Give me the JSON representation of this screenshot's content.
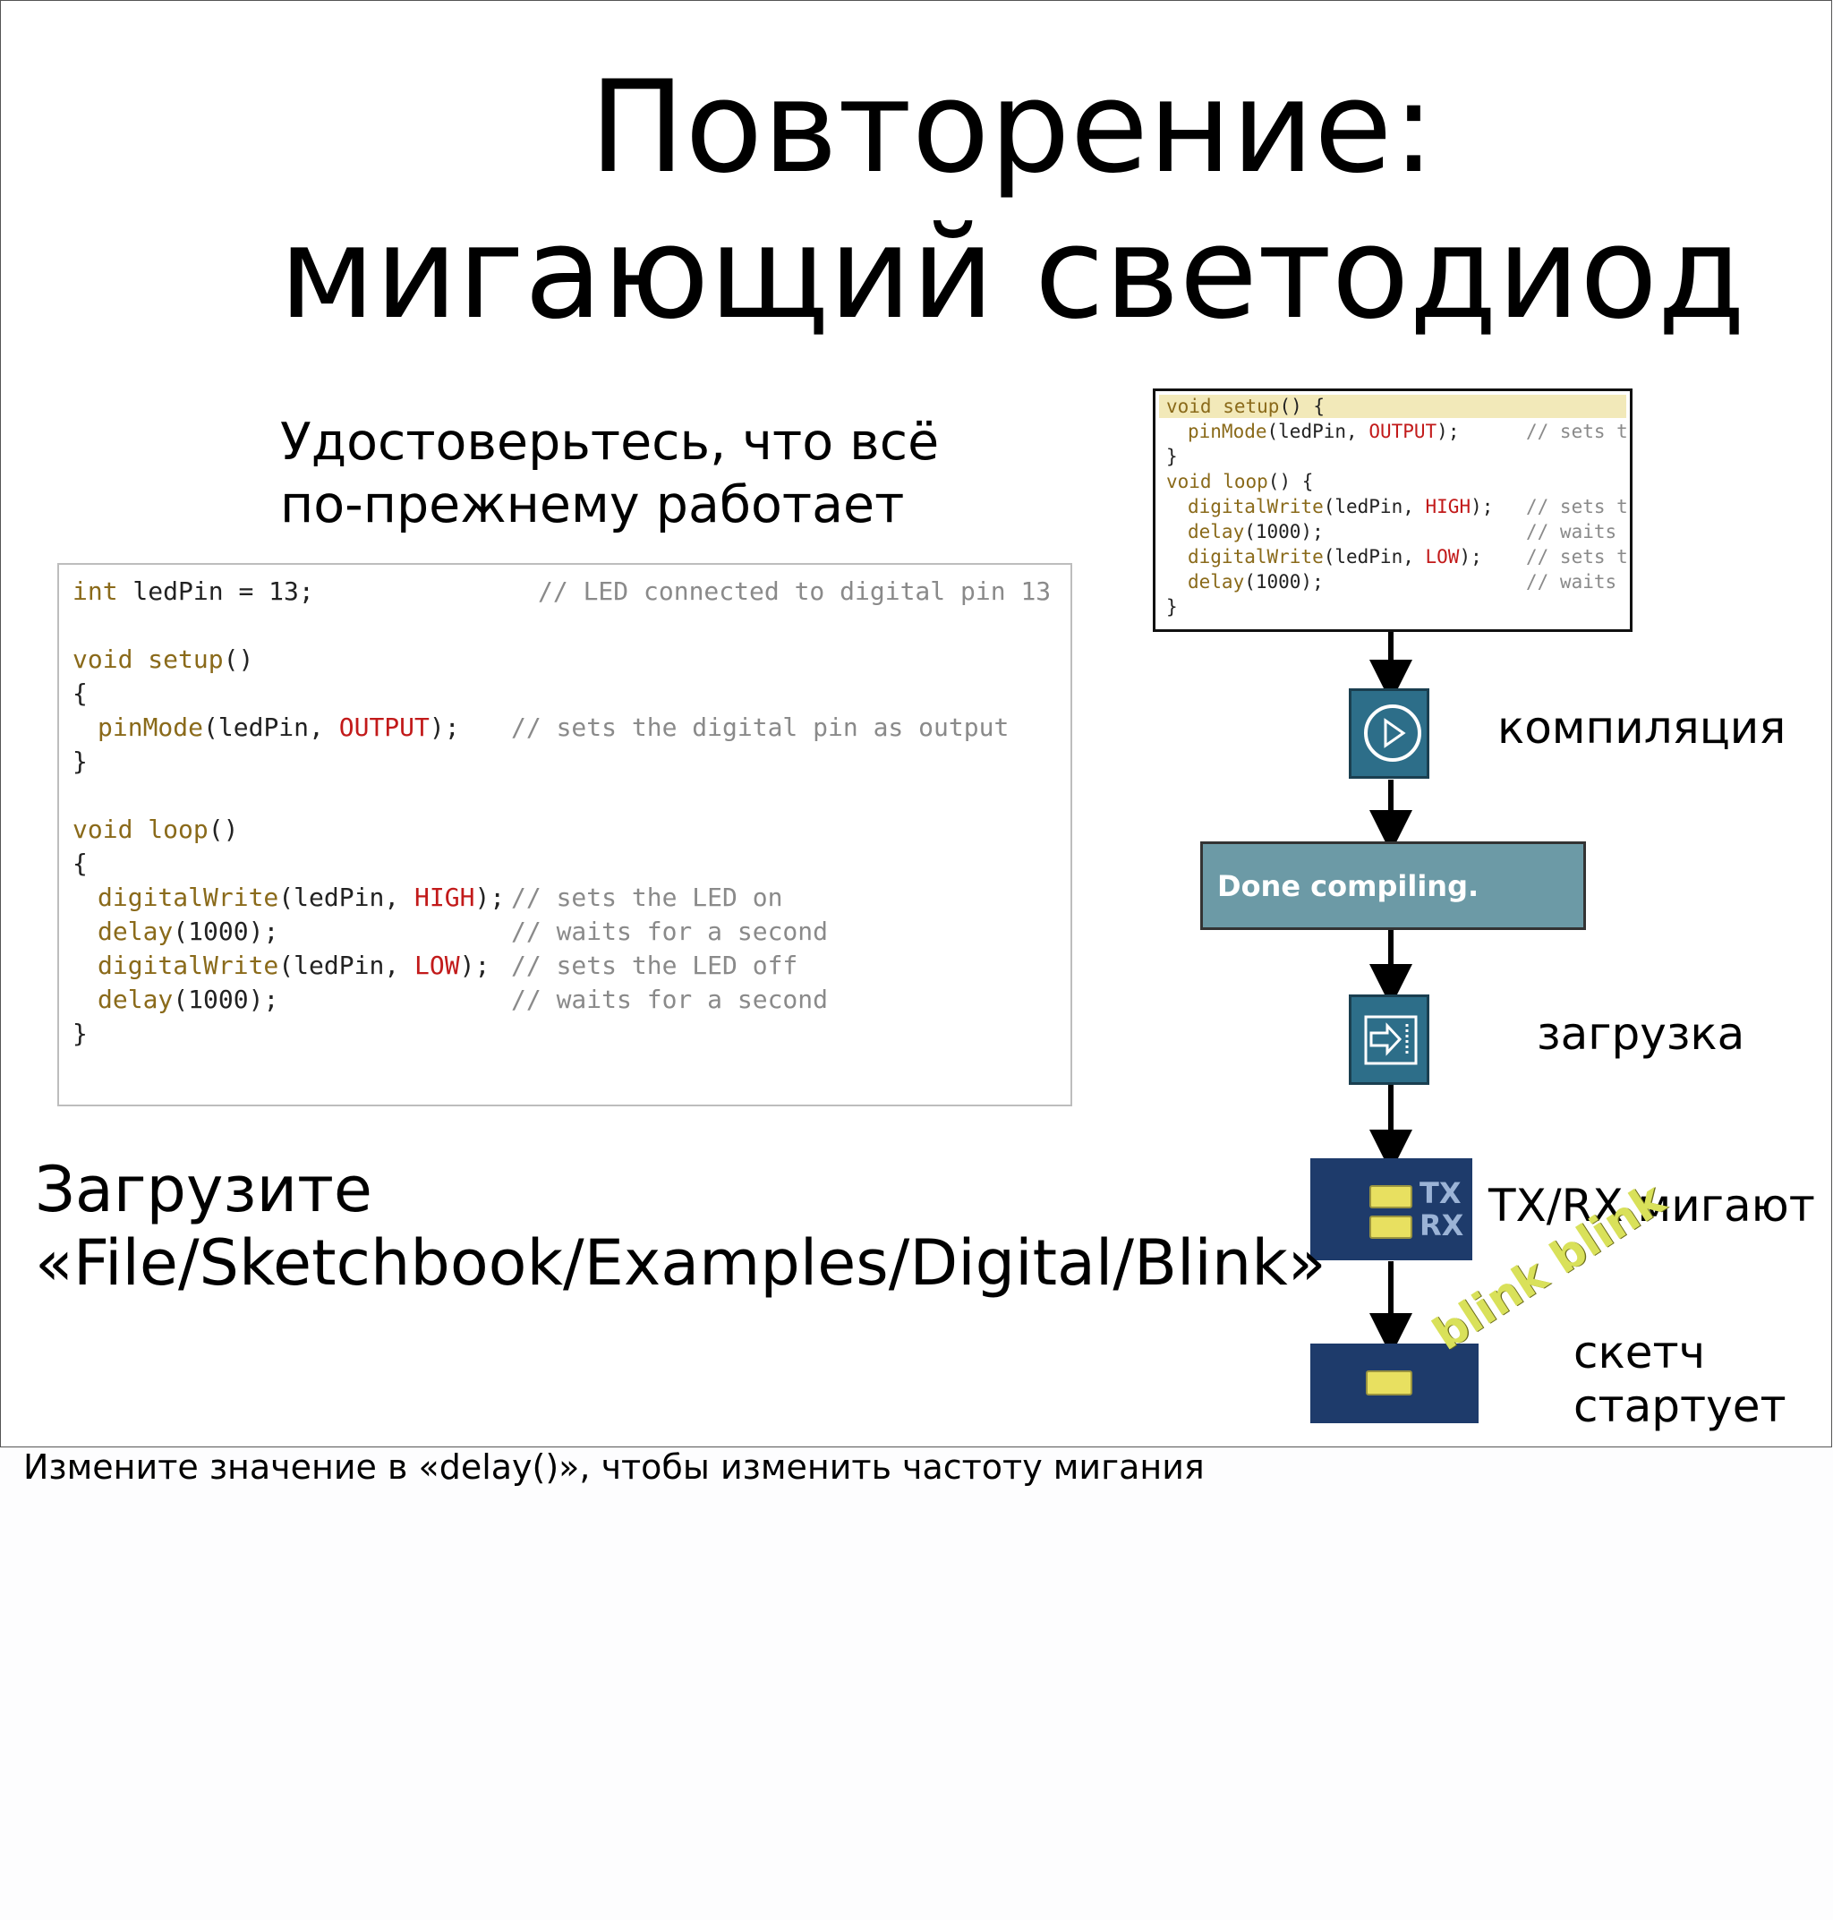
{
  "title": {
    "line1": "Повторение:",
    "line2": "мигающий светодиод"
  },
  "subtitle": {
    "line1": "Удостоверьтесь, что всё",
    "line2": "по-прежнему работает"
  },
  "code": {
    "l1_kw": "int",
    "l1_rest": " ledPin = 13;",
    "l1_cm": "// LED connected to digital pin 13",
    "l3_kw": "void",
    "l3_fn": "setup",
    "l3_rest": "()",
    "l4": "{",
    "l5_fn": "pinMode",
    "l5_a": "(ledPin, ",
    "l5_c": "OUTPUT",
    "l5_b": ");",
    "l5_cm": "// sets the digital pin as output",
    "l6": "}",
    "l8_kw": "void",
    "l8_fn": "loop",
    "l8_rest": "()",
    "l9": "{",
    "l10_fn": "digitalWrite",
    "l10_a": "(ledPin, ",
    "l10_c": "HIGH",
    "l10_b": ");",
    "l10_cm": "// sets the LED on",
    "l11_fn": "delay",
    "l11_a": "(1000);",
    "l11_cm": "// waits for a second",
    "l12_fn": "digitalWrite",
    "l12_a": "(ledPin, ",
    "l12_c": "LOW",
    "l12_b": ");",
    "l12_cm": "// sets the LED off",
    "l13_fn": "delay",
    "l13_a": "(1000);",
    "l13_cm": "// waits for a second",
    "l14": "}"
  },
  "mini_code": {
    "m1_kw": "void setup",
    "m1_rest": "() {",
    "m2_fn": "pinMode",
    "m2_a": "(ledPin, ",
    "m2_c": "OUTPUT",
    "m2_b": ");",
    "m2_cm": "// sets t",
    "m3": "}",
    "m4_kw": "void",
    "m4_fn": " loop",
    "m4_rest": "() {",
    "m5_fn": "digitalWrite",
    "m5_a": "(ledPin, ",
    "m5_c": "HIGH",
    "m5_b": ");",
    "m5_cm": "// sets t",
    "m6_fn": "delay",
    "m6_a": "(1000);",
    "m6_cm": "// waits",
    "m7_fn": "digitalWrite",
    "m7_a": "(ledPin, ",
    "m7_c": "LOW",
    "m7_b": ");",
    "m7_cm": "// sets t",
    "m8_fn": "delay",
    "m8_a": "(1000);",
    "m8_cm": "// waits",
    "m9": "}"
  },
  "steps": {
    "compile": "компиляция",
    "status": "Done compiling.",
    "upload": "загрузка",
    "txrx": "TX/RX мигают",
    "sketch_line1": "скетч",
    "sketch_line2": "стартует",
    "blink": "blink blink",
    "tx": "TX",
    "rx": "RX"
  },
  "load": {
    "line1": "Загрузите",
    "line2": "«File/Sketchbook/Examples/Digital/Blink»"
  },
  "footer": {
    "note": "Измените значение в «delay()», чтобы изменить частоту мигания"
  },
  "icons": {
    "compile": "play-icon",
    "upload": "upload-arrow-icon"
  },
  "colors": {
    "button_bg": "#2d6e89",
    "status_bg": "#6c9aa6",
    "board_bg": "#1e3b6b",
    "led": "#e8e060",
    "blink_text": "#d9e15a",
    "keyword": "#8a6a1a",
    "constant": "#c21a1a",
    "comment": "#8a8a8a"
  }
}
